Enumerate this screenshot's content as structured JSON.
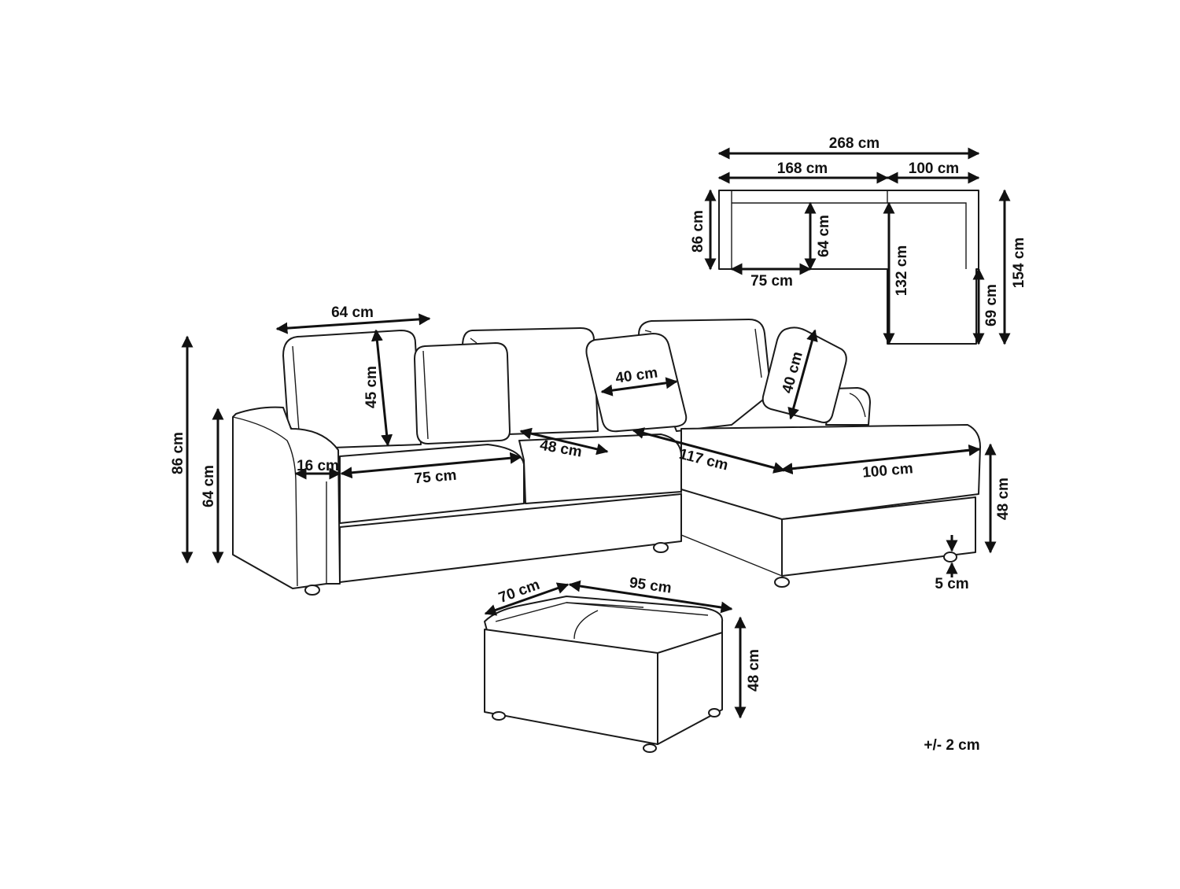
{
  "labels": {
    "top_total": "268 cm",
    "top_left": "168 cm",
    "top_right": "100 cm",
    "top_height": "86 cm",
    "top_inner_height": "64 cm",
    "top_seat": "75 cm",
    "top_chaise_length": "132 cm",
    "top_total_depth": "154 cm",
    "top_chaise_end": "69 cm",
    "back_width": "64 cm",
    "back_height": "45 cm",
    "pillow_width": "40 cm",
    "pillow_height": "40 cm",
    "total_height": "86 cm",
    "arm_height": "64 cm",
    "arm_width": "16 cm",
    "seat_width": "75 cm",
    "seat_depth": "48 cm",
    "chaise_length": "117 cm",
    "chaise_width": "100 cm",
    "seat_height": "48 cm",
    "leg_height": "5 cm",
    "ottoman_depth": "70 cm",
    "ottoman_width": "95 cm",
    "ottoman_height": "48 cm",
    "tolerance": "+/- 2 cm"
  }
}
